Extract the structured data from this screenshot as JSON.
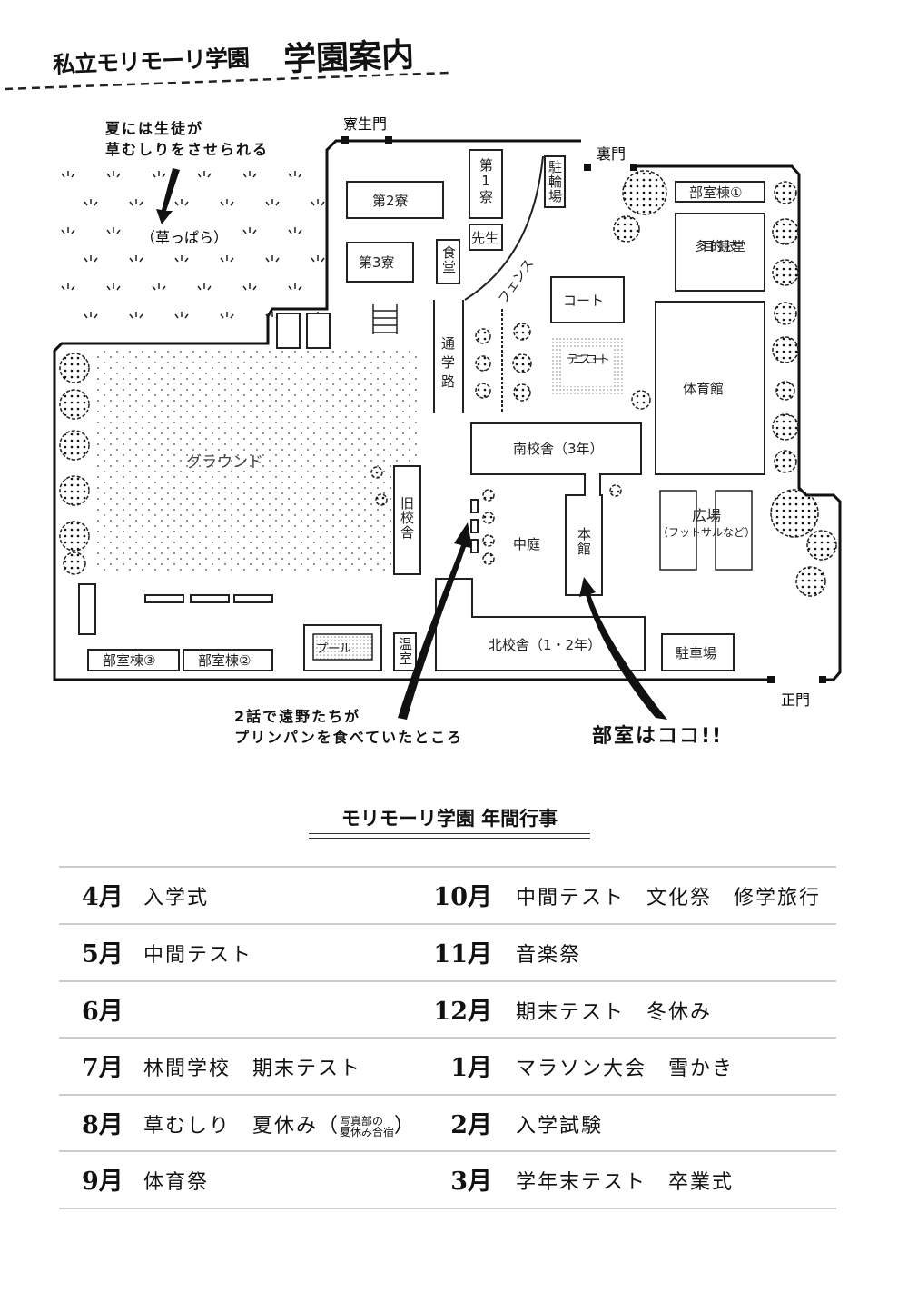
{
  "header": {
    "school_name": "私立モリモーリ学園",
    "title": "学園案内"
  },
  "map": {
    "gates": {
      "dorm_gate": "寮生門",
      "back_gate": "裏門",
      "main_gate": "正門"
    },
    "areas": {
      "grass_field": "（草っぱら）",
      "ground": "グラウンド",
      "dorm1": "第1寮",
      "dorm2": "第2寮",
      "dorm3": "第3寮",
      "cafeteria": "食堂",
      "teachers": "先生",
      "bike_parking": "駐輪場",
      "fence": "フェンス",
      "school_road": "通学路",
      "court": "コート",
      "tennis_court": "テニスコート",
      "club_bldg_1": "部室棟①",
      "multipurpose": "多目的競技堂",
      "gym": "体育館",
      "south_bldg": "南校舎（3年）",
      "main_hall": "本館",
      "courtyard": "中庭",
      "old_bldg": "旧校舎",
      "plaza": "広場",
      "plaza_note": "（フットサルなど）",
      "north_bldg": "北校舎（1・2年）",
      "parking": "駐車場",
      "greenhouse": "温室",
      "pool": "プール",
      "club_bldg_3": "部室棟③",
      "club_bldg_2": "部室棟②"
    },
    "notes": {
      "weeding_1": "夏には生徒が",
      "weeding_2": "草むしりをさせられる",
      "episode_1": "2話で遠野たちが",
      "episode_2": "プリンパンを食べていたところ",
      "club_room": "部室はココ!!"
    }
  },
  "schedule": {
    "title": "モリモーリ学園 年間行事",
    "left": [
      {
        "month": "4月",
        "events": "入学式"
      },
      {
        "month": "5月",
        "events": "中間テスト"
      },
      {
        "month": "6月",
        "events": ""
      },
      {
        "month": "7月",
        "events": "林間学校　期末テスト"
      },
      {
        "month": "8月",
        "events": "草むしり　夏休み（",
        "aside_1": "写真部の",
        "aside_2": "夏休み合宿",
        "close": "）"
      },
      {
        "month": "9月",
        "events": "体育祭"
      }
    ],
    "right": [
      {
        "month": "10月",
        "events": "中間テスト　文化祭　修学旅行"
      },
      {
        "month": "11月",
        "events": "音楽祭"
      },
      {
        "month": "12月",
        "events": "期末テスト　冬休み"
      },
      {
        "month": "1月",
        "events": "マラソン大会　雪かき"
      },
      {
        "month": "2月",
        "events": "入学試験"
      },
      {
        "month": "3月",
        "events": "学年末テスト　卒業式"
      }
    ]
  }
}
